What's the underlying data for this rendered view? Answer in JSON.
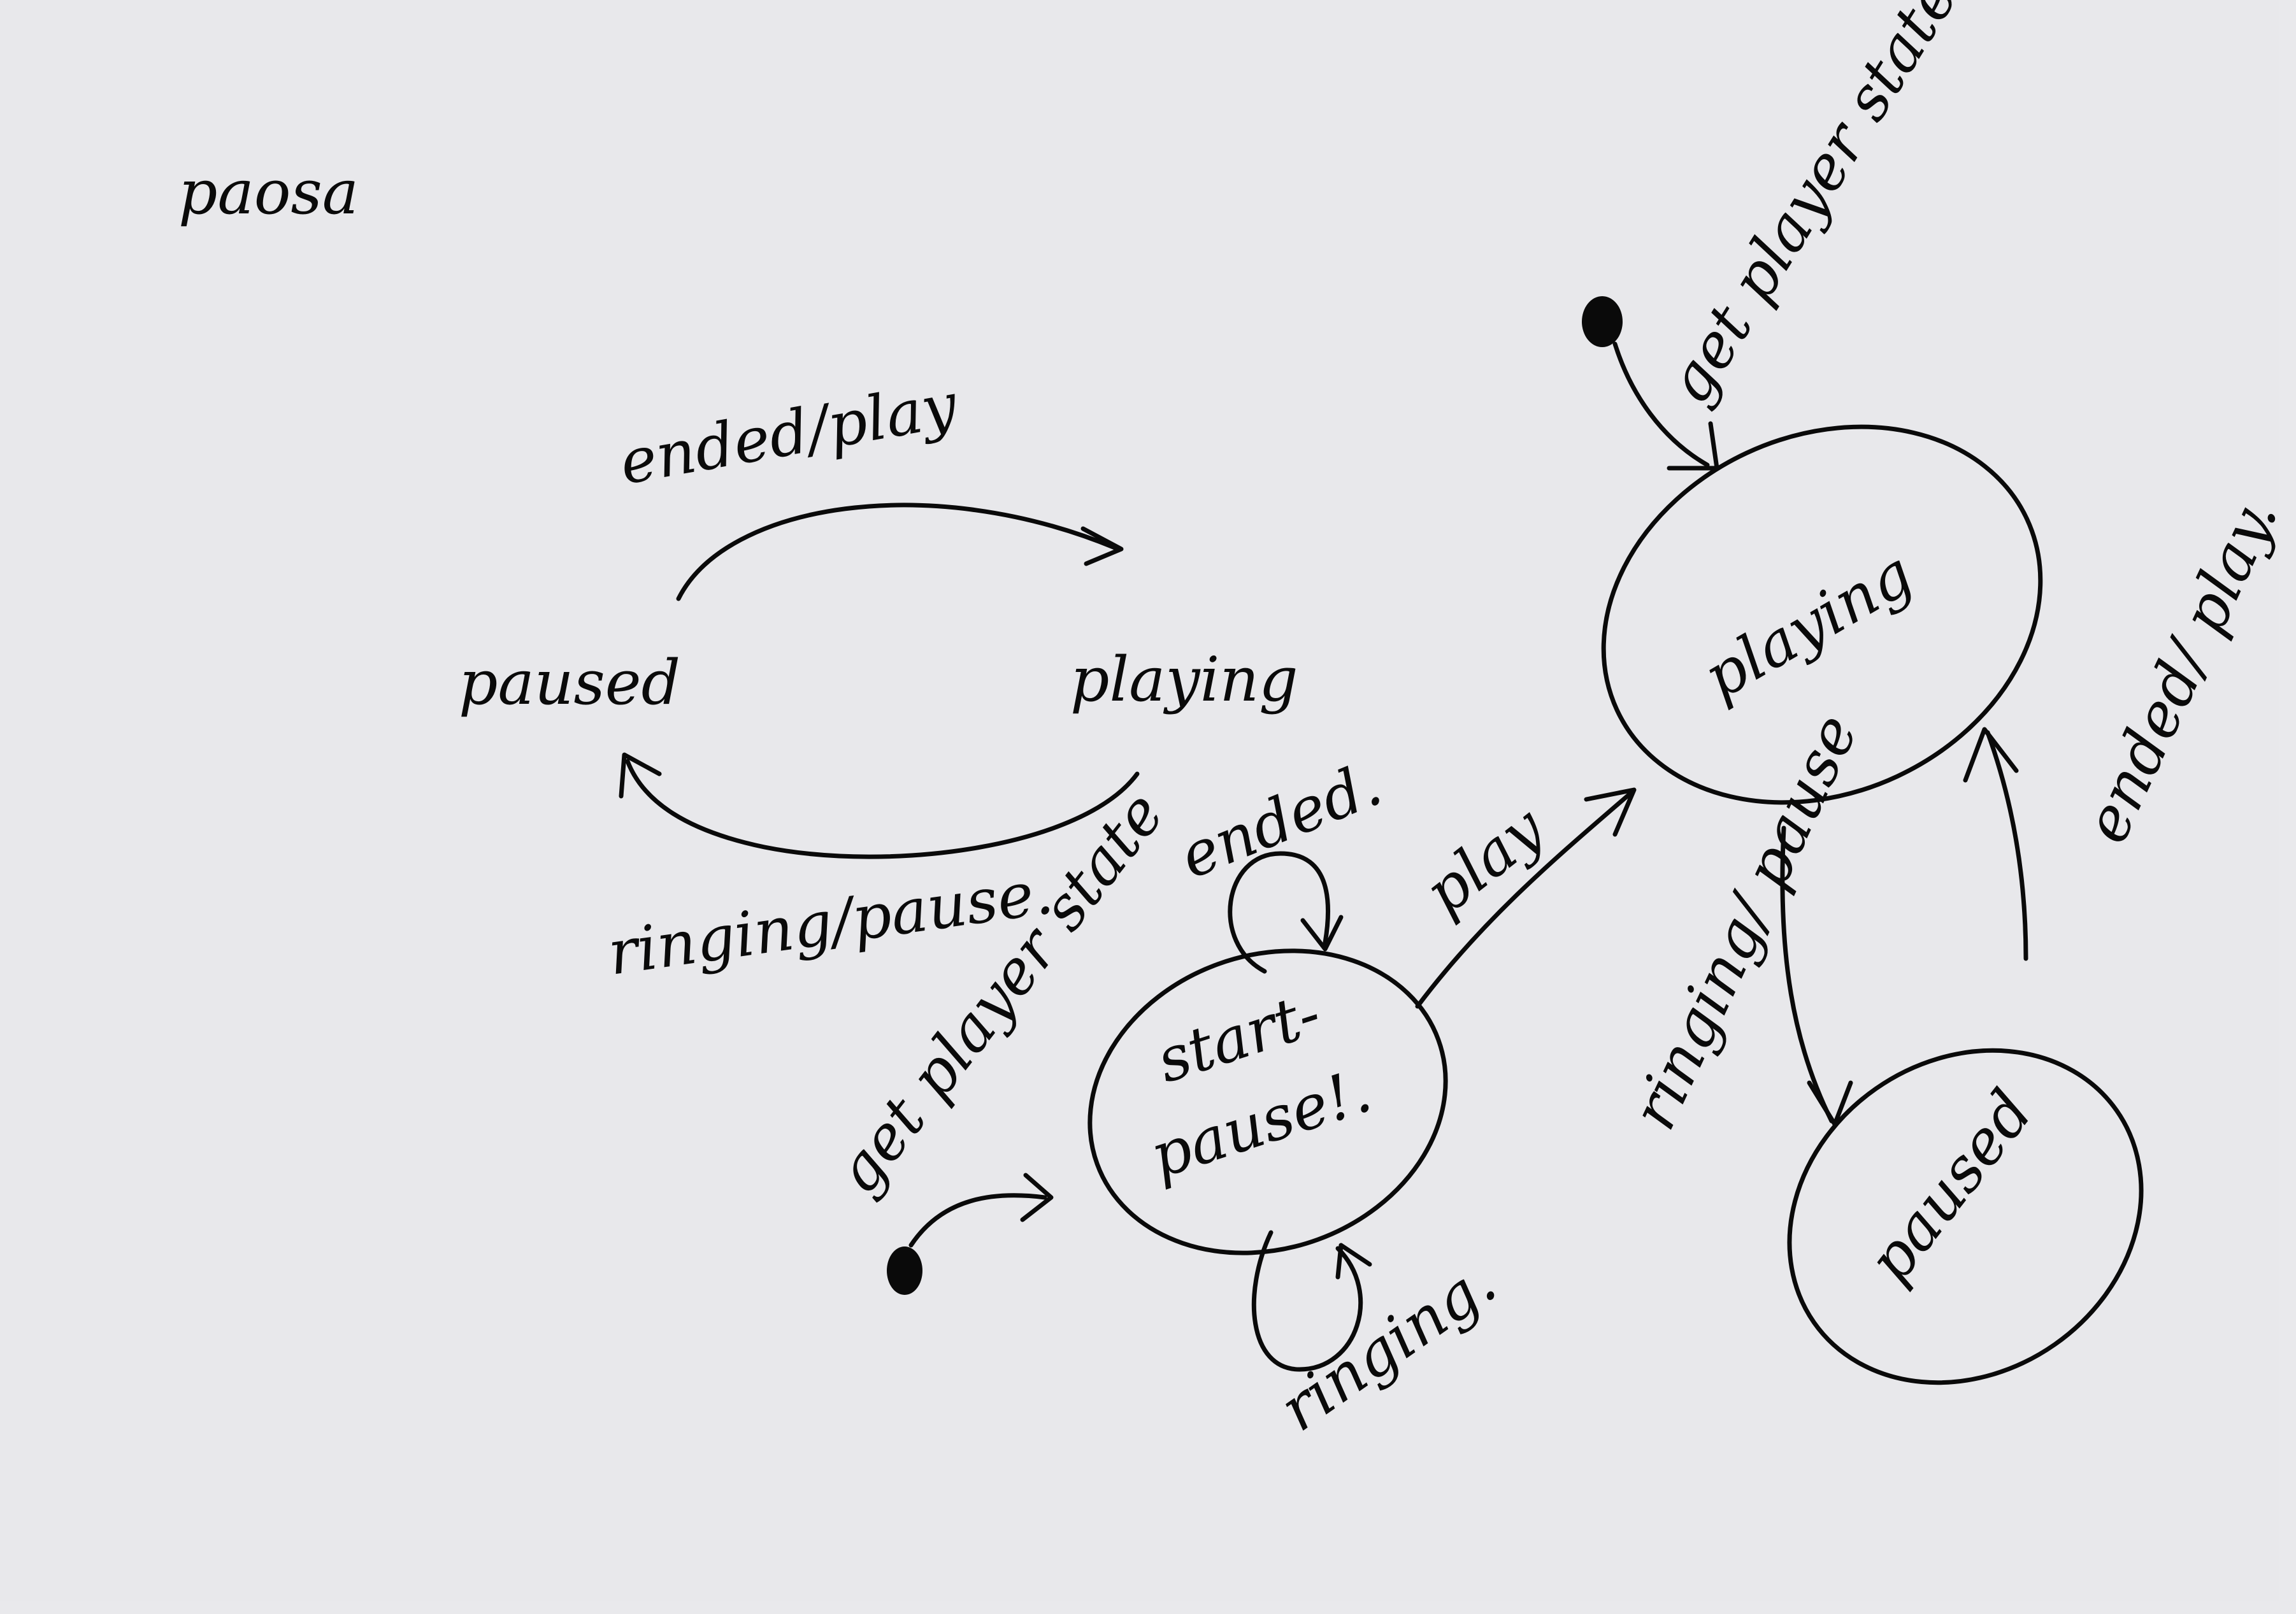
{
  "title": "paosa",
  "left_diagram": {
    "states": {
      "paused": "paused",
      "playing": "playing"
    },
    "transitions": {
      "paused_to_playing": "ended/play",
      "playing_to_paused": "ringing/pause."
    }
  },
  "right_diagram": {
    "initial_event": "get player state",
    "states": {
      "start_line1": "start-",
      "start_line2": "pause!.",
      "playing": "playing",
      "paused": "paused"
    },
    "transitions": {
      "start_self_top": "ended.",
      "start_self_bottom": "ringing.",
      "start_to_playing": "play",
      "start_initial": "get player state",
      "playing_to_paused": "ringing/ pause",
      "paused_to_playing": "ended/ play."
    }
  },
  "colors": {
    "ink": "#0a0a0a",
    "paper": "#e8e8eb",
    "border": "#1a1a1a"
  }
}
